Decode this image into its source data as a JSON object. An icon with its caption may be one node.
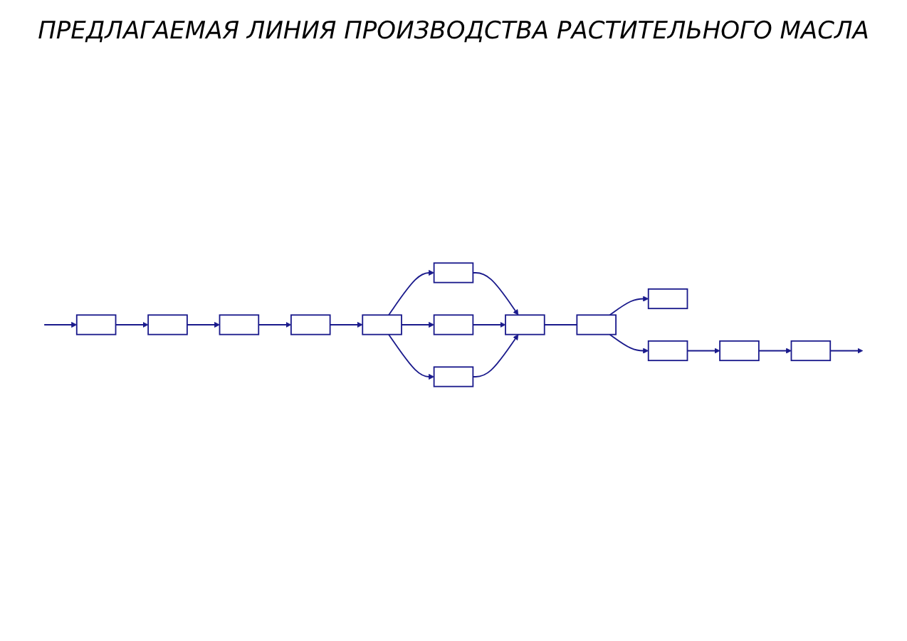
{
  "diagram": {
    "title": "ПРЕДЛАГАЕМАЯ ЛИНИЯ ПРОИЗВОДСТВА РАСТИТЕЛЬНОГО МАСЛА",
    "nodes": [
      {
        "text": [],
        "shape": "box"
      },
      {
        "text": [],
        "shape": "box"
      },
      {
        "text": [],
        "shape": "box"
      },
      {
        "text": [],
        "shape": "box"
      },
      {
        "text": [],
        "shape": "box"
      },
      {
        "text": [],
        "shape": "box"
      },
      {
        "text": [],
        "shape": "box"
      },
      {
        "text": [],
        "shape": "box"
      },
      {
        "text": [],
        "shape": "box"
      },
      {
        "text": [],
        "shape": "box"
      },
      {
        "text": [],
        "shape": "box"
      },
      {
        "text": [],
        "shape": "box"
      },
      {
        "text": [],
        "shape": "box"
      },
      {
        "text": [],
        "shape": "box"
      }
    ],
    "edges": [
      {
        "from": null,
        "to": 0,
        "arrow": "to"
      },
      {
        "from": 0,
        "to": 1,
        "arrow": "to"
      },
      {
        "from": 1,
        "to": 2,
        "arrow": "to"
      },
      {
        "from": 2,
        "to": 3,
        "arrow": "to"
      },
      {
        "from": 3,
        "to": 4,
        "arrow": "to"
      },
      {
        "from": 4,
        "to": 5,
        "arrow": "to"
      },
      {
        "from": 4,
        "to": 6,
        "arrow": "to"
      },
      {
        "from": 4,
        "to": 7,
        "arrow": "to"
      },
      {
        "from": 5,
        "to": 8,
        "arrow": "to"
      },
      {
        "from": 6,
        "to": 8,
        "arrow": "to"
      },
      {
        "from": 7,
        "to": 8,
        "arrow": "to"
      },
      {
        "from": 8,
        "to": 9,
        "arrow": "none"
      },
      {
        "from": 9,
        "to": 10,
        "arrow": "to"
      },
      {
        "from": 9,
        "to": 11,
        "arrow": "to"
      },
      {
        "from": 11,
        "to": 12,
        "arrow": "to"
      },
      {
        "from": 12,
        "to": 13,
        "arrow": "to"
      },
      {
        "from": 13,
        "to": null,
        "arrow": "to"
      }
    ]
  }
}
